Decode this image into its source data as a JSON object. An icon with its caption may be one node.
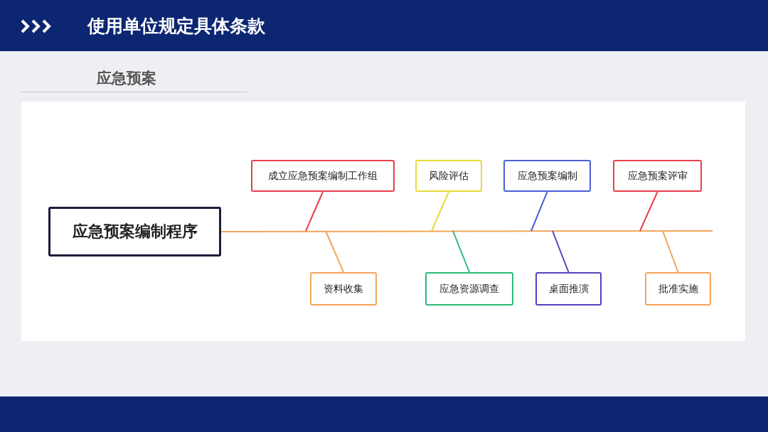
{
  "diagram": {
    "title": "使用单位规定具体条款",
    "nodes": [
      {
        "text": [
          "应急预案编制程序"
        ]
      },
      {
        "text": [
          "成立应急预案编制工作组"
        ]
      },
      {
        "text": [
          "风险评估"
        ]
      },
      {
        "text": [
          "应急预案编制"
        ]
      },
      {
        "text": [
          "应急预案评审"
        ]
      },
      {
        "text": [
          "资料收集"
        ]
      },
      {
        "text": [
          "应急资源调查"
        ]
      },
      {
        "text": [
          "桌面推演"
        ]
      },
      {
        "text": [
          "批准实施"
        ]
      }
    ],
    "edges": [
      {
        "from": 0,
        "to": null,
        "arrow": "none",
        "color": "#f2a65a"
      },
      {
        "from": 1,
        "to": null,
        "arrow": "none",
        "color": "#e8404a"
      },
      {
        "from": 2,
        "to": null,
        "arrow": "none",
        "color": "#e6dc3a"
      },
      {
        "from": 3,
        "to": null,
        "arrow": "none",
        "color": "#4a5fd8"
      },
      {
        "from": 4,
        "to": null,
        "arrow": "none",
        "color": "#e8404a"
      },
      {
        "from": 5,
        "to": null,
        "arrow": "none",
        "color": "#f2a65a"
      },
      {
        "from": 6,
        "to": null,
        "arrow": "none",
        "color": "#2dbb7a"
      },
      {
        "from": 7,
        "to": null,
        "arrow": "none",
        "color": "#5a3fc0"
      },
      {
        "from": 8,
        "to": null,
        "arrow": "none",
        "color": "#f2a65a"
      }
    ],
    "labels": [
      "应急预案"
    ]
  }
}
